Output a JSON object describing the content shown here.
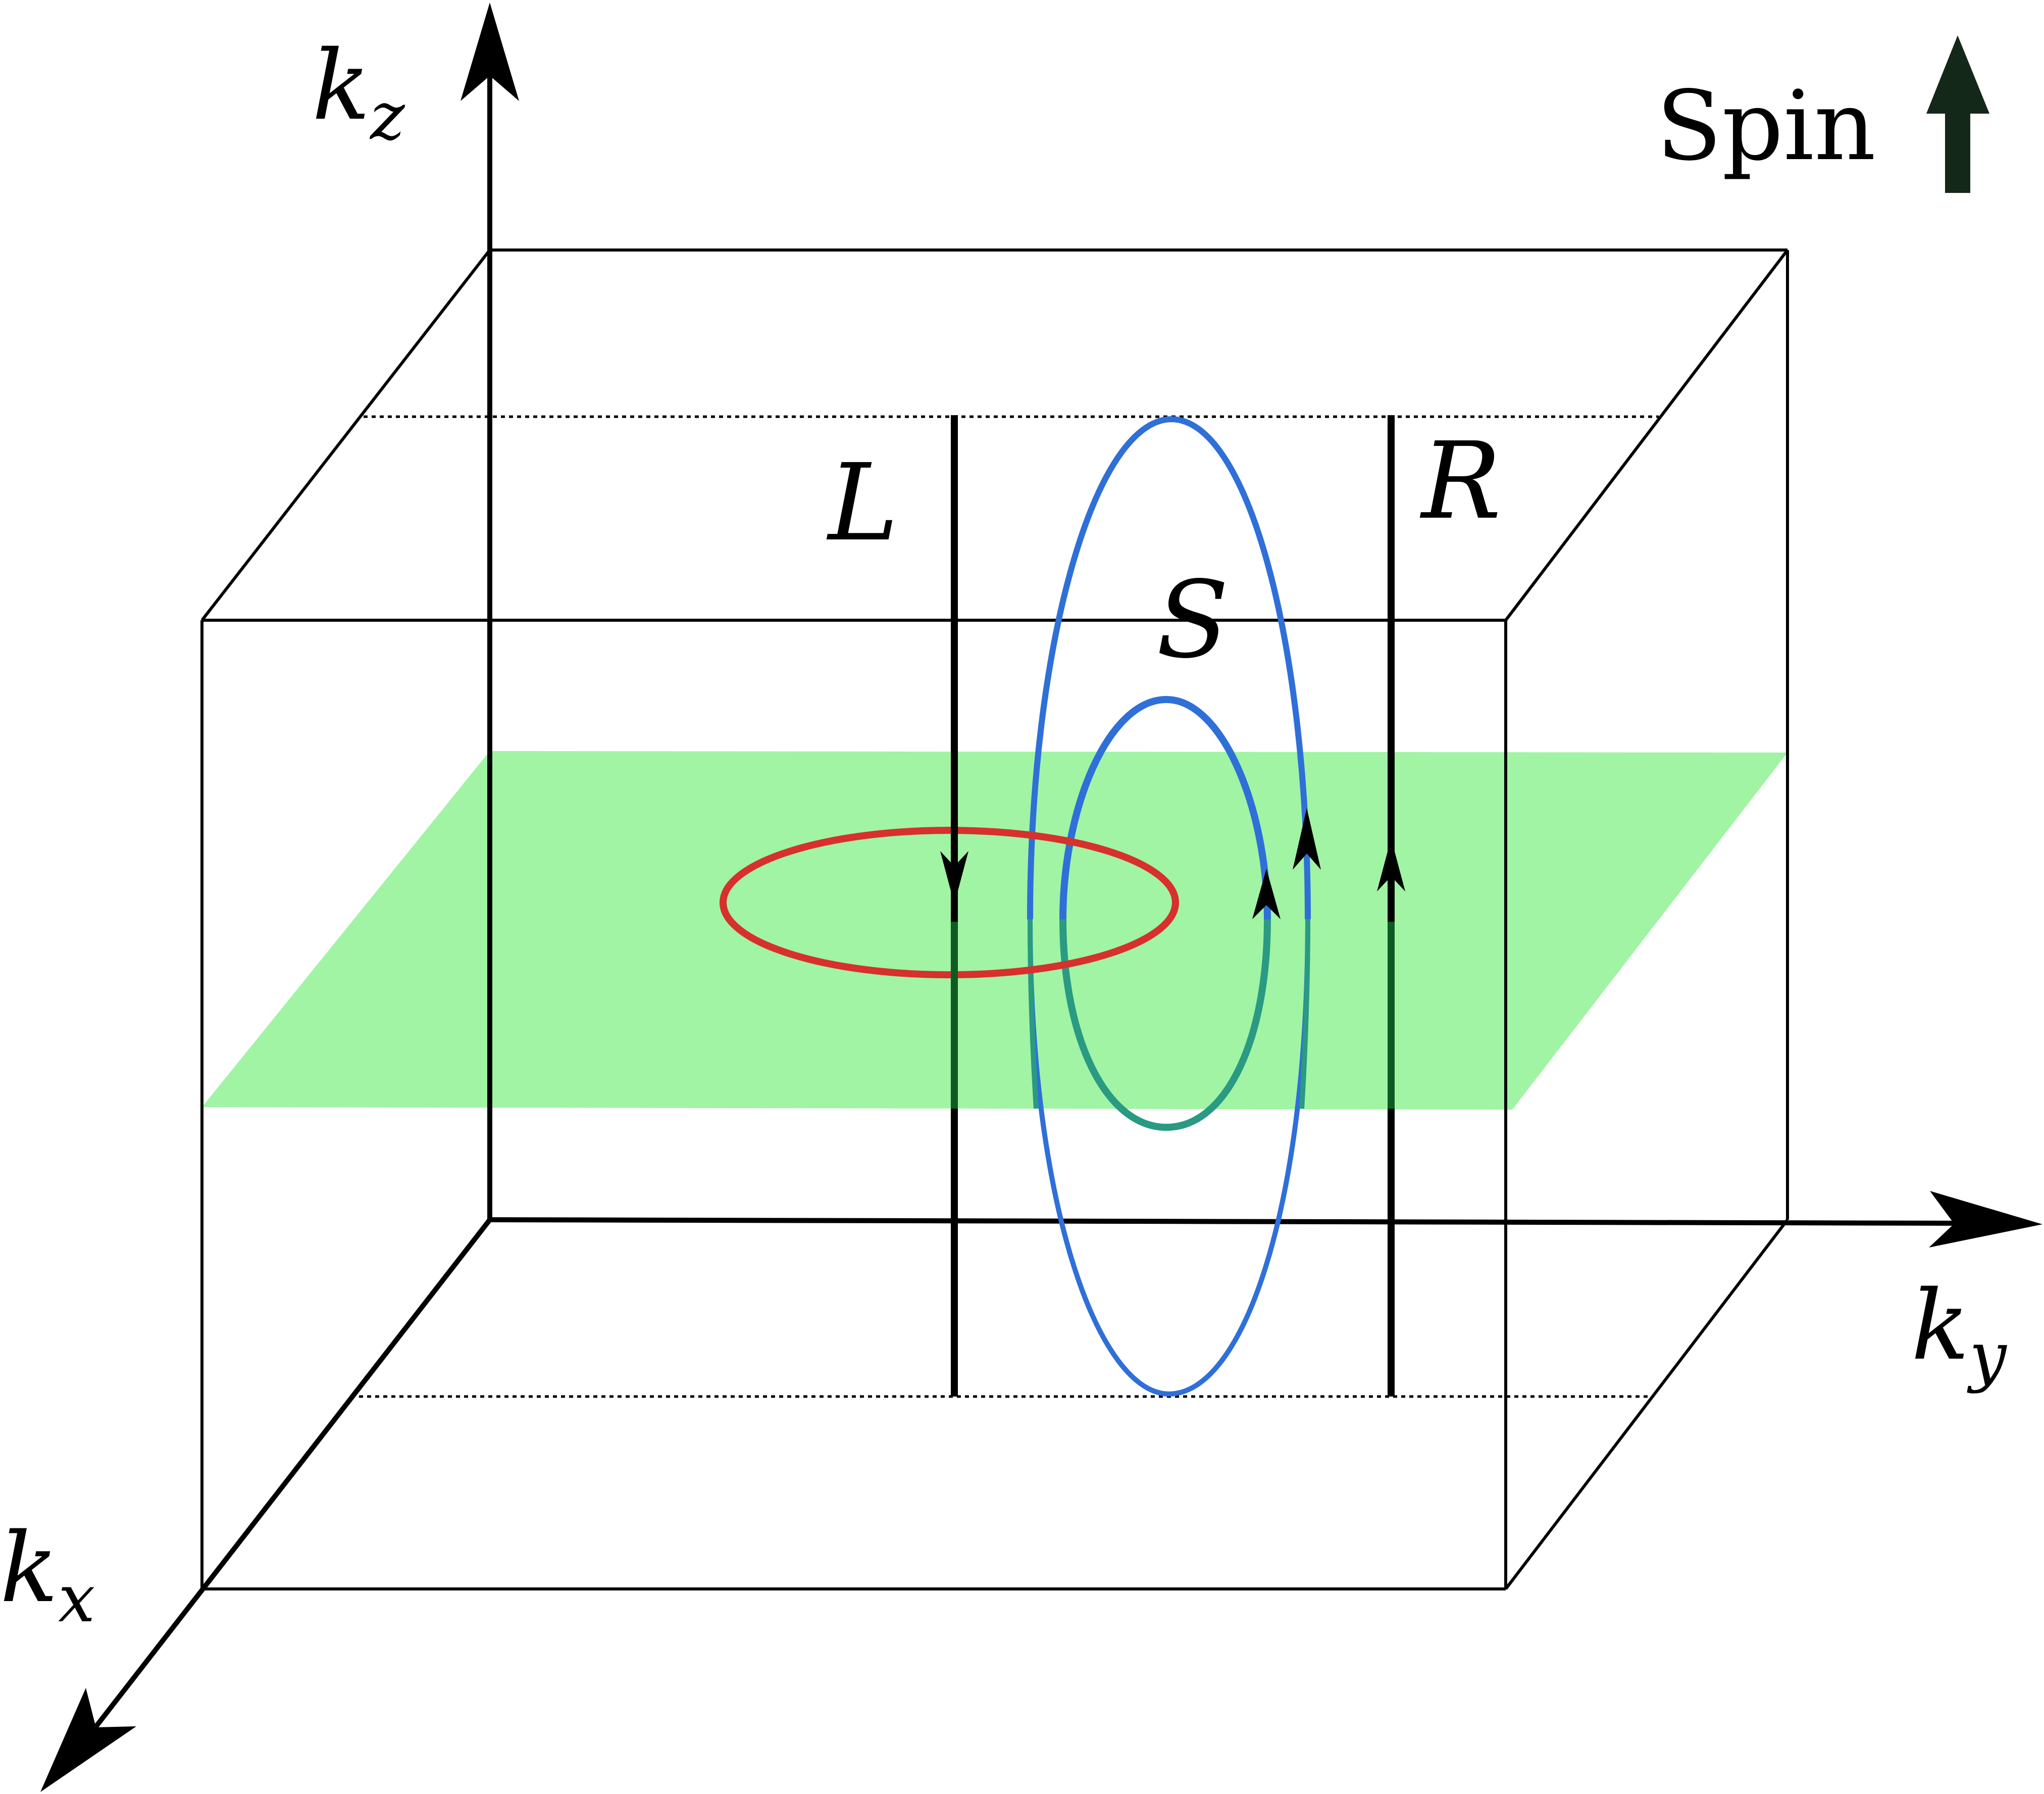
{
  "axes": {
    "kz": {
      "base": "k",
      "sub": "z"
    },
    "ky": {
      "base": "k",
      "sub": "y"
    },
    "kx": {
      "base": "k",
      "sub": "x"
    }
  },
  "labels": {
    "left_line": "L",
    "right_line": "R",
    "loop": "S"
  },
  "legend": {
    "text": "Spin",
    "arrow_direction": "up",
    "arrow_color": "#14281a"
  },
  "colors": {
    "plane": "#a0f4a4",
    "red_loop": "#d8302c",
    "blue_loops": "#2f6fd8",
    "blue_loops_in_plane": "#2a9a82",
    "lines_in_plane": "#0e5a22",
    "frame": "#000000"
  },
  "icons": [
    "up-arrow-icon"
  ]
}
